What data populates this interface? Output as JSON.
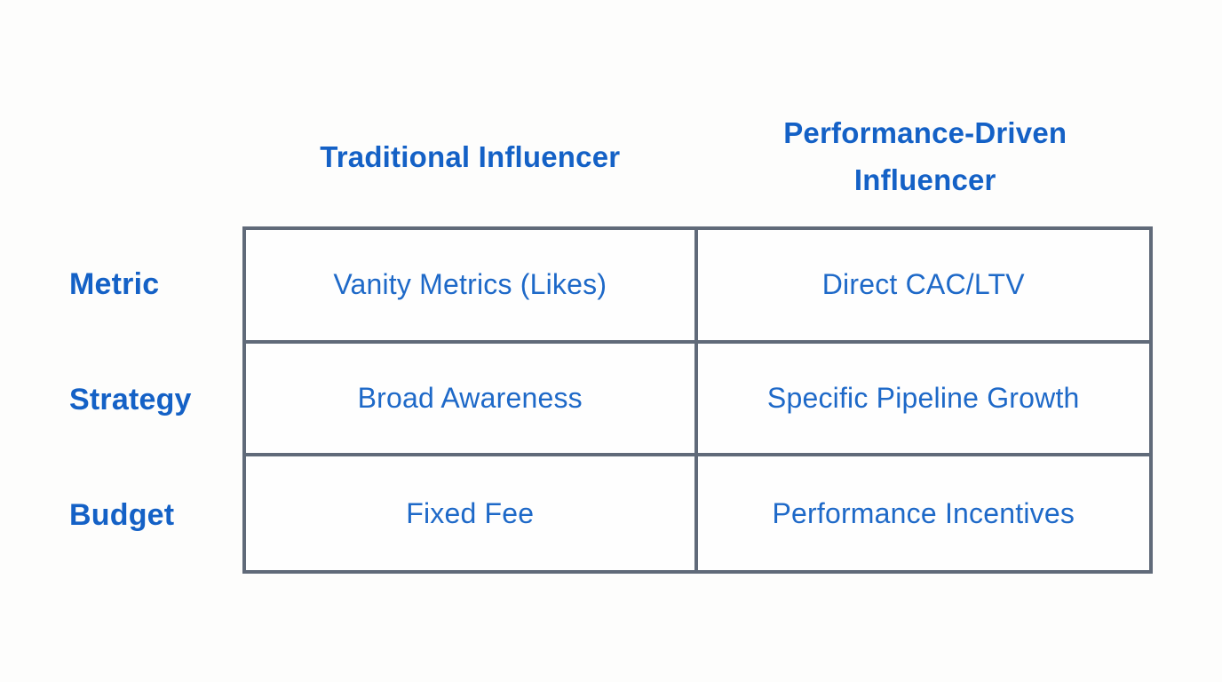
{
  "page": {
    "background_color": "#fdfdfc"
  },
  "colors": {
    "header_blue": "#1461c6",
    "cell_blue": "#1e69c8",
    "border_gray": "#606a79"
  },
  "table": {
    "column_headers": [
      "Traditional Influencer",
      "Performance-Driven Influencer"
    ],
    "row_headers": [
      "Metric",
      "Strategy",
      "Budget"
    ],
    "rows": [
      [
        "Vanity Metrics (Likes)",
        "Direct CAC/LTV"
      ],
      [
        "Broad Awareness",
        "Specific Pipeline Growth"
      ],
      [
        "Fixed Fee",
        "Performance Incentives"
      ]
    ]
  }
}
